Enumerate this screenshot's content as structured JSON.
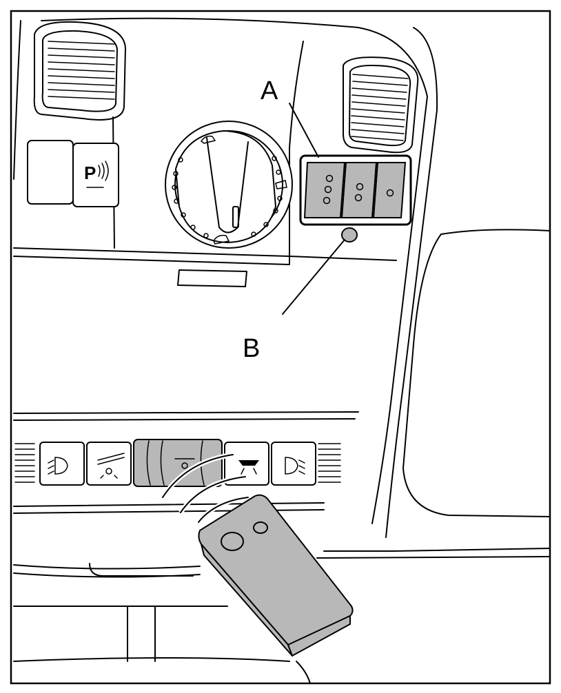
{
  "labels": {
    "callout_a": "A",
    "callout_b": "B",
    "parking_button": "P"
  },
  "icons": [
    "louvered-air-vent-icon",
    "parking-sensor-icon",
    "light-rotary-switch-icon",
    "garage-door-opener-button-icon",
    "indicator-led-icon",
    "headlight-icon",
    "remote-control-transmitter-icon"
  ],
  "colors": {
    "line": "#000000",
    "background": "#ffffff",
    "highlight_fill": "#b8b8b8"
  }
}
